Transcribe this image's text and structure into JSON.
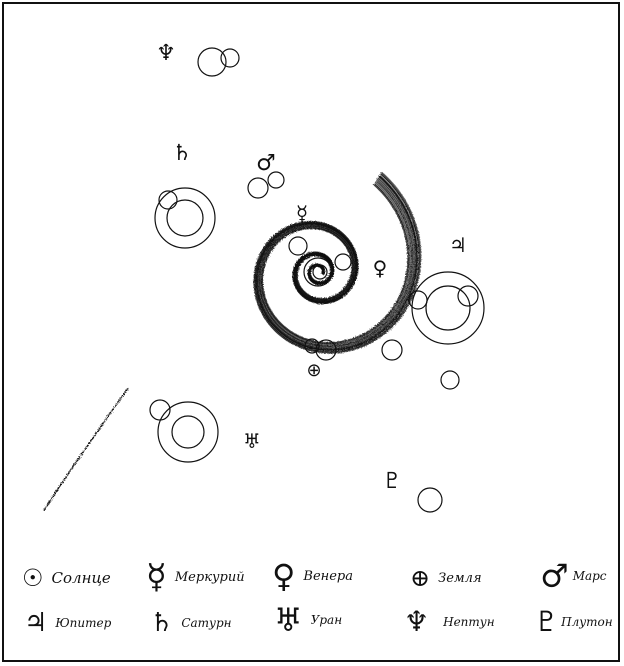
{
  "legend": [
    {
      "symbol": "☉",
      "label": "Солнце",
      "icon": "sun-icon"
    },
    {
      "symbol": "☿",
      "label": "Меркурий",
      "icon": "mercury-icon"
    },
    {
      "symbol": "♀",
      "label": "Венера",
      "icon": "venus-icon"
    },
    {
      "symbol": "⊕",
      "label": "Земля",
      "icon": "earth-icon"
    },
    {
      "symbol": "♂",
      "label": "Марс",
      "icon": "mars-icon"
    },
    {
      "symbol": "♃",
      "label": "Юпитер",
      "icon": "jupiter-icon"
    },
    {
      "symbol": "♄",
      "label": "Сатурн",
      "icon": "saturn-icon"
    },
    {
      "symbol": "♅",
      "label": "Уран",
      "icon": "uranus-icon"
    },
    {
      "symbol": "♆",
      "label": "Нептун",
      "icon": "neptune-icon"
    },
    {
      "symbol": "♇",
      "label": "Плутон",
      "icon": "pluto-icon"
    }
  ],
  "diagram": {
    "planet_markers": [
      "♆",
      "♄",
      "♂",
      "☿",
      "♃",
      "♀",
      "⊕",
      "♅",
      "♇"
    ]
  },
  "colors": {
    "ink": "#111111",
    "paper": "#ffffff"
  }
}
